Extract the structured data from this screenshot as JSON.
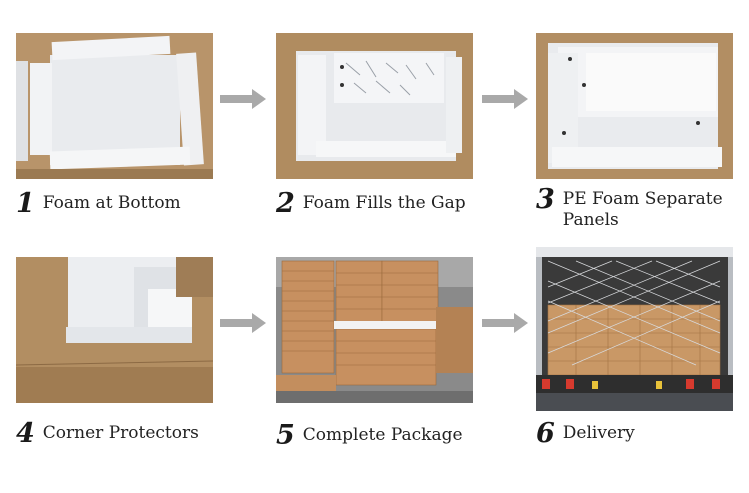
{
  "steps": [
    {
      "number": "1",
      "label": "Foam at Bottom"
    },
    {
      "number": "2",
      "label": "Foam Fills the Gap"
    },
    {
      "number": "3",
      "label": "PE Foam Separate Panels"
    },
    {
      "number": "4",
      "label": "Corner Protectors"
    },
    {
      "number": "5",
      "label": "Complete Package"
    },
    {
      "number": "6",
      "label": "Delivery"
    }
  ],
  "icons": {
    "arrow": "right-arrow-icon"
  },
  "colors": {
    "cardboard": "#b8946a",
    "foam": "#eef0f2",
    "arrow": "#a9a9a9",
    "text": "#222222"
  }
}
